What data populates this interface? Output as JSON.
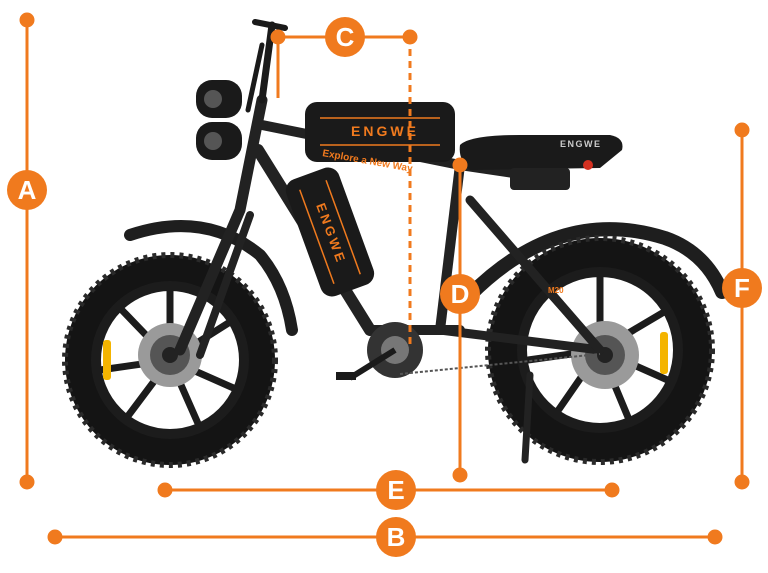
{
  "accent_color": "#F07A1E",
  "frame_color": "#222222",
  "tire_color": "#141414",
  "rim_color": "#1c1c1c",
  "reflector_color": "#F4B400",
  "brand": {
    "battery_top": "ENGWE",
    "battery_down": "ENGWE",
    "tagline": "Explore a New Way",
    "seat": "ENGWE",
    "fender": "M20"
  },
  "dimensions": {
    "A": "A",
    "B": "B",
    "C": "C",
    "D": "D",
    "E": "E",
    "F": "F"
  }
}
